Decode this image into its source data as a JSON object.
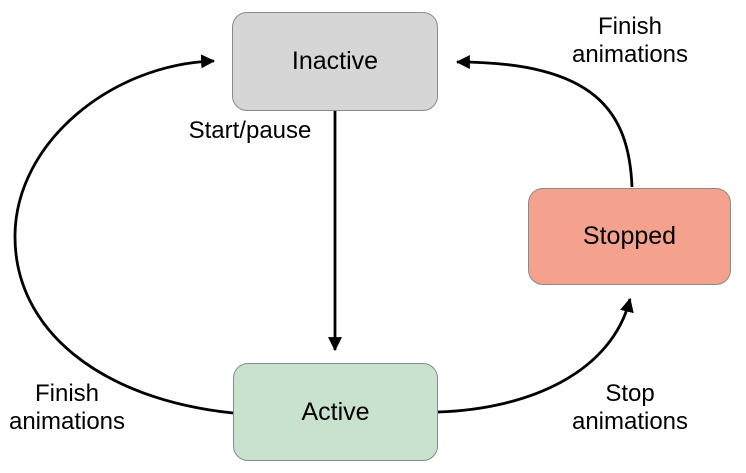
{
  "diagram": {
    "type": "state-transition-diagram",
    "background": "#ffffff"
  },
  "colors": {
    "arrow": "#000000",
    "text": "#000000",
    "state_border": "#8a8a8a"
  },
  "states": [
    {
      "id": "inactive",
      "label": "Inactive",
      "fill": "#d6d6d6",
      "border": "#8a8a8a"
    },
    {
      "id": "active",
      "label": "Active",
      "fill": "#c9e2cd",
      "border": "#8a8a8a"
    },
    {
      "id": "stopped",
      "label": "Stopped",
      "fill": "#f4a28d",
      "border": "#8a8a8a"
    }
  ],
  "transitions": [
    {
      "id": "start-pause",
      "label": "Start/pause",
      "from": "Inactive",
      "to": "Active"
    },
    {
      "id": "finish-animations-left",
      "label": "Finish animations",
      "from": "Active",
      "to": "Inactive"
    },
    {
      "id": "stop-animations",
      "label": "Stop animations",
      "from": "Active",
      "to": "Stopped"
    },
    {
      "id": "finish-animations-right",
      "label": "Finish animations",
      "from": "Stopped",
      "to": "Inactive"
    }
  ]
}
